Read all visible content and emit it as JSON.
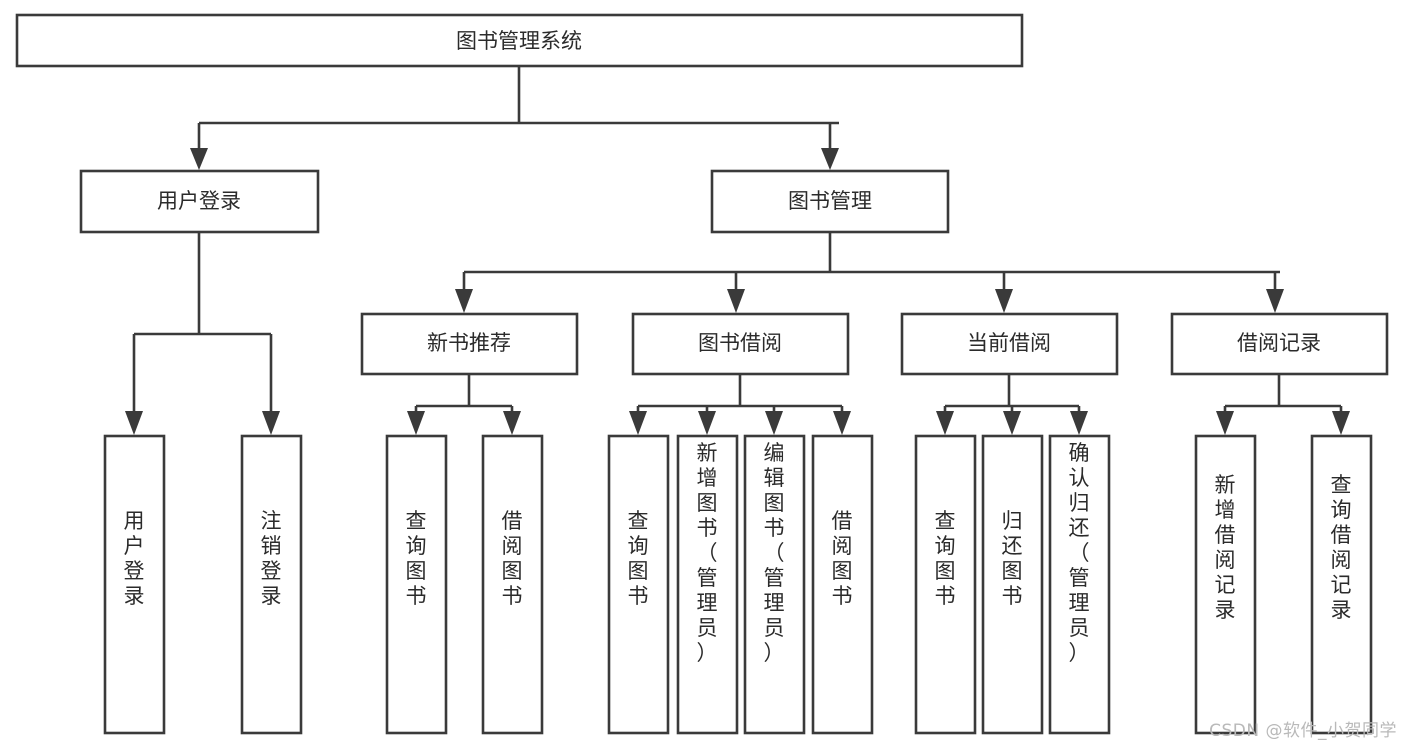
{
  "diagram": {
    "title": "图书管理系统",
    "type": "hierarchy-tree",
    "watermark": "CSDN @软件_小贺同学",
    "colors": {
      "box_stroke": "#3a3a3a",
      "box_fill": "#ffffff",
      "text": "#2b2b2b",
      "background": "#ffffff",
      "watermark": "#b9b9b9"
    },
    "levels": {
      "level1": [
        {
          "id": "root",
          "label": "图书管理系统"
        }
      ],
      "level2": [
        {
          "id": "user-login",
          "label": "用户登录",
          "parent": "root"
        },
        {
          "id": "book-management",
          "label": "图书管理",
          "parent": "root"
        }
      ],
      "level3": [
        {
          "id": "new-book-recommend",
          "label": "新书推荐",
          "parent": "book-management"
        },
        {
          "id": "book-borrow",
          "label": "图书借阅",
          "parent": "book-management"
        },
        {
          "id": "current-borrow",
          "label": "当前借阅",
          "parent": "book-management"
        },
        {
          "id": "borrow-record",
          "label": "借阅记录",
          "parent": "book-management"
        }
      ],
      "leaves": [
        {
          "id": "leaf-user-login",
          "label": "用户登录",
          "parent": "user-login"
        },
        {
          "id": "leaf-logout-login",
          "label": "注销登录",
          "parent": "user-login"
        },
        {
          "id": "leaf-query-book-1",
          "label": "查询图书",
          "parent": "new-book-recommend"
        },
        {
          "id": "leaf-borrow-book-1",
          "label": "借阅图书",
          "parent": "new-book-recommend"
        },
        {
          "id": "leaf-query-book-2",
          "label": "查询图书",
          "parent": "book-borrow"
        },
        {
          "id": "leaf-add-book",
          "label": "新增图书（管理员）",
          "parent": "book-borrow"
        },
        {
          "id": "leaf-edit-book",
          "label": "编辑图书（管理员）",
          "parent": "book-borrow"
        },
        {
          "id": "leaf-borrow-book-2",
          "label": "借阅图书",
          "parent": "book-borrow"
        },
        {
          "id": "leaf-query-book-3",
          "label": "查询图书",
          "parent": "current-borrow"
        },
        {
          "id": "leaf-return-book",
          "label": "归还图书",
          "parent": "current-borrow"
        },
        {
          "id": "leaf-confirm-return",
          "label": "确认归还（管理员）",
          "parent": "current-borrow"
        },
        {
          "id": "leaf-add-record",
          "label": "新增借阅记录",
          "parent": "borrow-record"
        },
        {
          "id": "leaf-query-record",
          "label": "查询借阅记录",
          "parent": "borrow-record"
        }
      ]
    }
  }
}
